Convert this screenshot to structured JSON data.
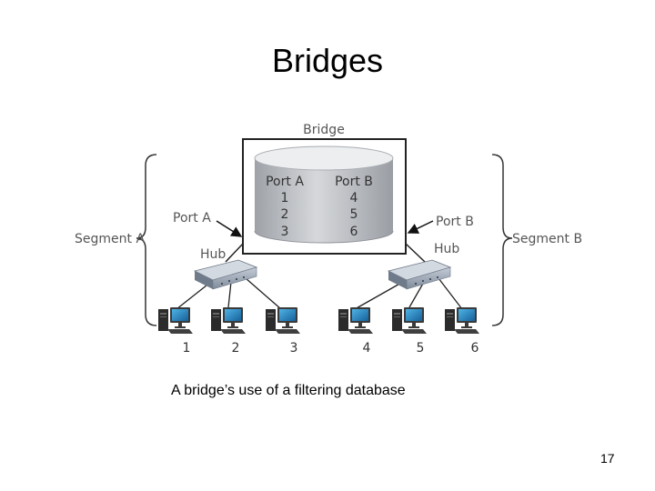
{
  "slide": {
    "title": "Bridges",
    "caption": "A bridge’s use of a filtering database",
    "page_number": "17"
  },
  "diagram": {
    "bridge_label": "Bridge",
    "database": {
      "col_a_header": "Port A",
      "col_b_header": "Port B",
      "col_a_entries": [
        "1",
        "2",
        "3"
      ],
      "col_b_entries": [
        "4",
        "5",
        "6"
      ]
    },
    "port_a_label": "Port A",
    "port_b_label": "Port B",
    "hub_left_label": "Hub",
    "hub_right_label": "Hub",
    "segment_a_label": "Segment A",
    "segment_b_label": "Segment B",
    "computer_labels": [
      "1",
      "2",
      "3",
      "4",
      "5",
      "6"
    ]
  },
  "colors": {
    "hub_body": "#8a96a6",
    "monitor_screen": "#1e88c6",
    "tower": "#2b2b2b",
    "label_text": "#555555"
  }
}
